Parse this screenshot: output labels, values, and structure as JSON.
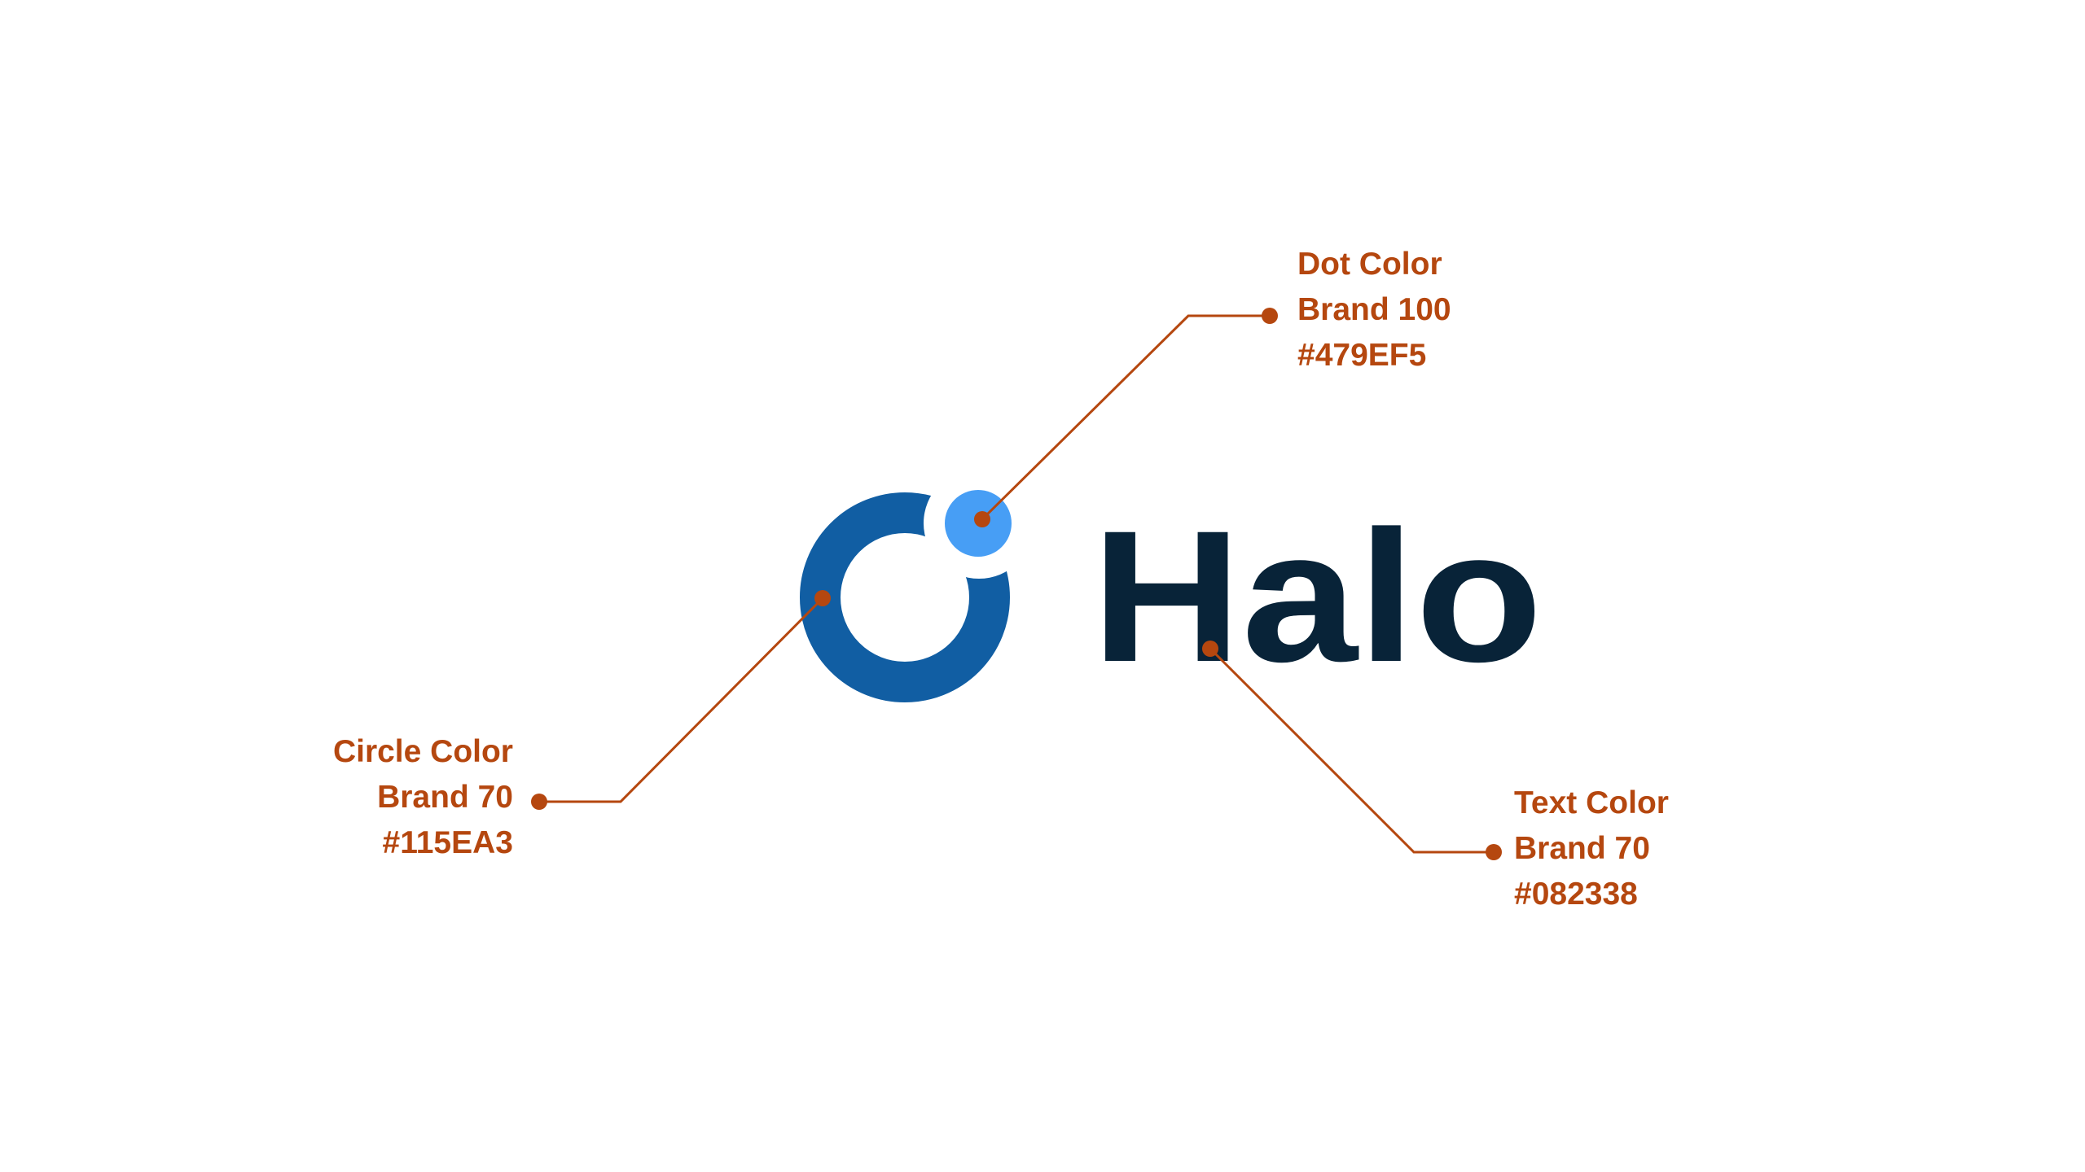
{
  "logo": {
    "wordmark": "Halo",
    "circle_color": "#115EA3",
    "dot_color": "#479EF5",
    "text_color": "#082338"
  },
  "annotation_color": "#B5470F",
  "annotations": {
    "dot": {
      "title": "Dot Color",
      "token": "Brand 100",
      "hex": "#479EF5"
    },
    "circle": {
      "title": "Circle Color",
      "token": "Brand 70",
      "hex": "#115EA3"
    },
    "text": {
      "title": "Text Color",
      "token": "Brand 70",
      "hex": "#082338"
    }
  }
}
